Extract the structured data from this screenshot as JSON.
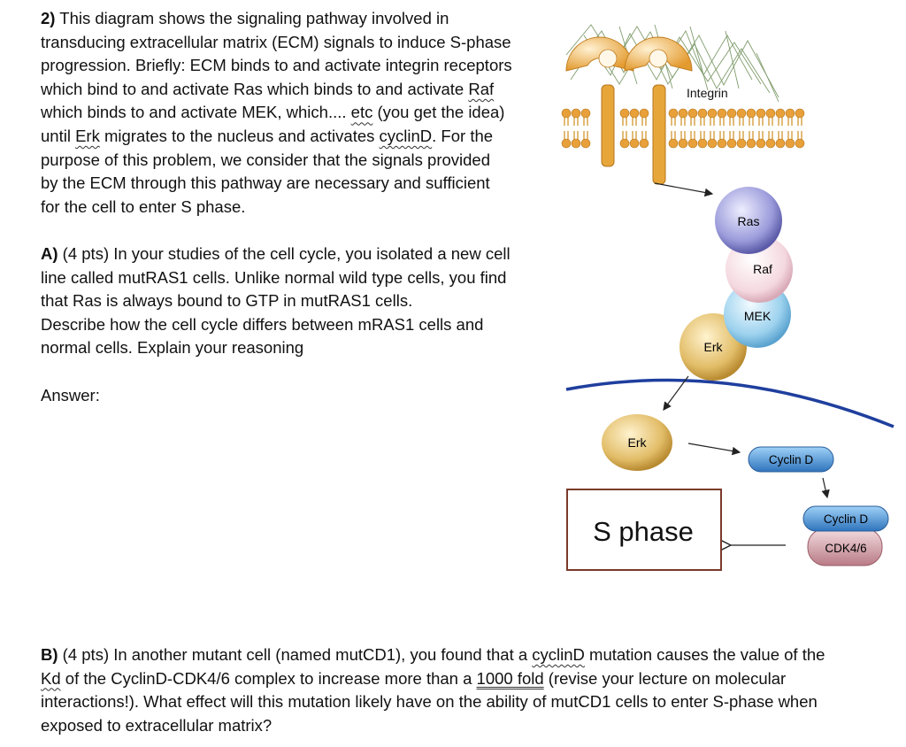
{
  "q2": {
    "number": "2)",
    "lines": [
      "This diagram shows the signaling pathway involved in",
      "transducing extracellular matrix (ECM) signals to induce S-phase",
      "progression. Briefly: ECM binds to and activate integrin receptors",
      "which bind to and activate Ras which binds to and activate",
      "Raf",
      "which binds to and activate MEK, which.... ",
      "etc",
      " (you get the idea)",
      "until ",
      "Erk",
      " migrates to the nucleus and activates ",
      "cyclinD",
      ". For the",
      "purpose of this problem, we consider that the signals provided",
      "by the ECM through this pathway are necessary and sufficient",
      "for the cell to enter S phase."
    ]
  },
  "qa": {
    "label": "A)",
    "lines": [
      " (4 pts) In your studies of the cell cycle, you isolated a new cell",
      "line called mutRAS1 cells. Unlike normal wild type cells, you find",
      "that Ras is always bound to GTP in mutRAS1 cells.",
      "Describe how the cell cycle differs between mRAS1 cells and",
      "normal cells. Explain your reasoning"
    ]
  },
  "answer_label": "Answer:",
  "qb": {
    "label": "B)",
    "parts": [
      " (4 pts) In another mutant cell (named mutCD1), you found that a ",
      "cyclinD",
      " mutation causes the value of the",
      "Kd",
      " of the CyclinD-CDK4/6 complex to increase more than a ",
      "1000 fold",
      " (revise your lecture on molecular",
      "interactions!).  What effect will this mutation likely have on the ability of mutCD1 cells to enter S-phase when",
      "exposed to extracellular matrix?"
    ]
  },
  "diagram": {
    "integrin": "Integrin",
    "ras": "Ras",
    "raf": "Raf",
    "mek": "MEK",
    "erk_cyto": "Erk",
    "erk_nuc": "Erk",
    "cyclin_d": "Cyclin D",
    "complex_top": "Cyclin D",
    "complex_bottom": "CDK4/6",
    "s_phase": "S phase"
  },
  "colors": {
    "ras": "#7f7fc9",
    "raf": "#f2d4dc",
    "mek": "#8ec8e8",
    "erk": "#d9b058",
    "cyclin": "#3a7fc4",
    "cdk": "#c9969e",
    "integrin": "#e6a63a",
    "lipid": "#e2902a",
    "nucleus_line": "#1f3f9e",
    "box_border": "#7a3a2a"
  }
}
